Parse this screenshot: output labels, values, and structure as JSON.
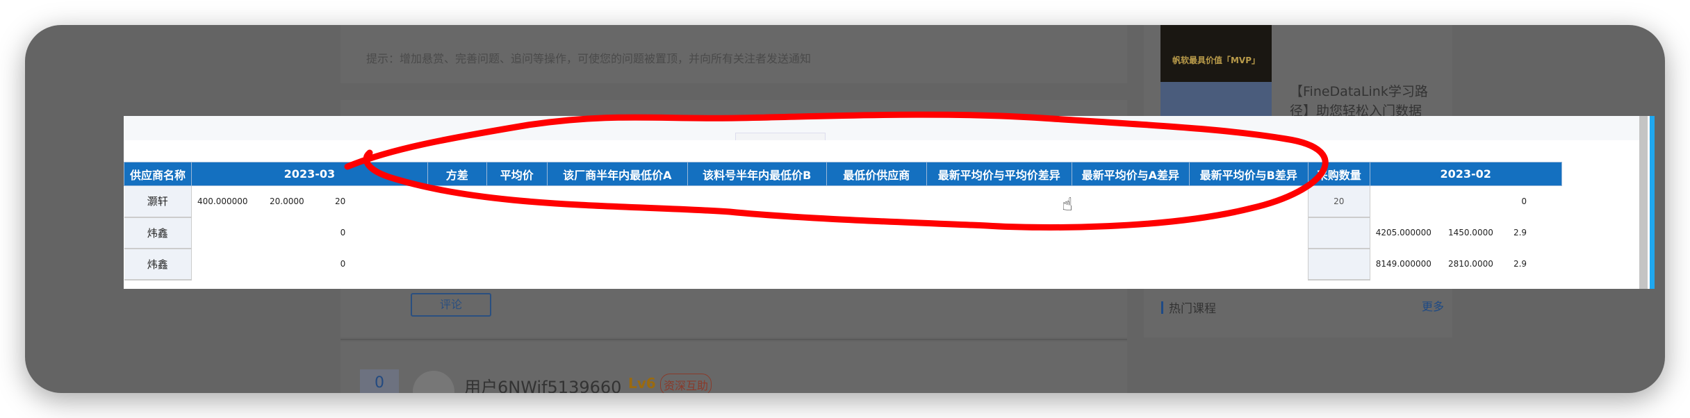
{
  "page": {
    "hint": "提示：增加悬赏、完善问题、追问等操作，可使您的问题被置顶，并向所有关注者发送通知",
    "comment_button": "评论",
    "vote_count": "0",
    "username": "用户6NWif5139660",
    "level": "Lv6",
    "badge": "资深互助"
  },
  "sidebar": {
    "promo1_image_text": "帆软最具价值「MVP」",
    "promo2_title_line1": "【FineDataLink学习路",
    "promo2_title_line2": "径】助您轻松入门数据",
    "section_title": "热门课程",
    "more": "更多"
  },
  "table": {
    "headers": [
      "供应商名称",
      "2023-03",
      "方差",
      "平均价",
      "该厂商半年内最低价A",
      "该料号半年内最低价B",
      "最低价供应商",
      "最新平均价与平均价差异",
      "最新平均价与A差异",
      "最新平均价与B差异",
      "采购数量",
      "2023-02"
    ],
    "rows": [
      {
        "name": "灏轩",
        "m03": [
          "400.000000",
          "20.0000",
          "20"
        ],
        "qty": "20",
        "m02": [
          "",
          "",
          "0"
        ]
      },
      {
        "name": "炜鑫",
        "m03": [
          "",
          "",
          "0"
        ],
        "qty": "",
        "m02": [
          "4205.000000",
          "1450.0000",
          "2.9"
        ]
      },
      {
        "name": "炜鑫",
        "m03": [
          "",
          "",
          "0"
        ],
        "qty": "",
        "m02": [
          "8149.000000",
          "2810.0000",
          "2.9"
        ]
      }
    ]
  },
  "colors": {
    "header": "#1470c0",
    "annotation": "#ff0000",
    "accent": "#1fa8f0"
  }
}
